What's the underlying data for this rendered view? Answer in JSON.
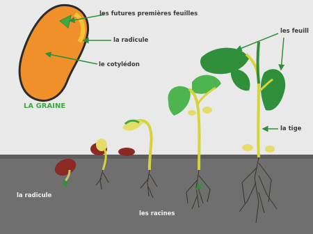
{
  "labels": {
    "futures_feuilles": "les futures premières feuilles",
    "radicule_seed": "la radicule",
    "cotyledon": "le cotylédon",
    "graine_title": "LA GRAINE",
    "feuilles": "les feuill",
    "tige": "la tige",
    "radicule_soil": "la radicule",
    "racines": "les racines"
  },
  "colors": {
    "sky": "#e9e9e9",
    "soil": "#6f6f6f",
    "seed": "#f0902a",
    "leaf": "#2f9a45",
    "stem": "#d7d33a",
    "arrow": "#2f8f3a",
    "root": "#3a3424"
  }
}
